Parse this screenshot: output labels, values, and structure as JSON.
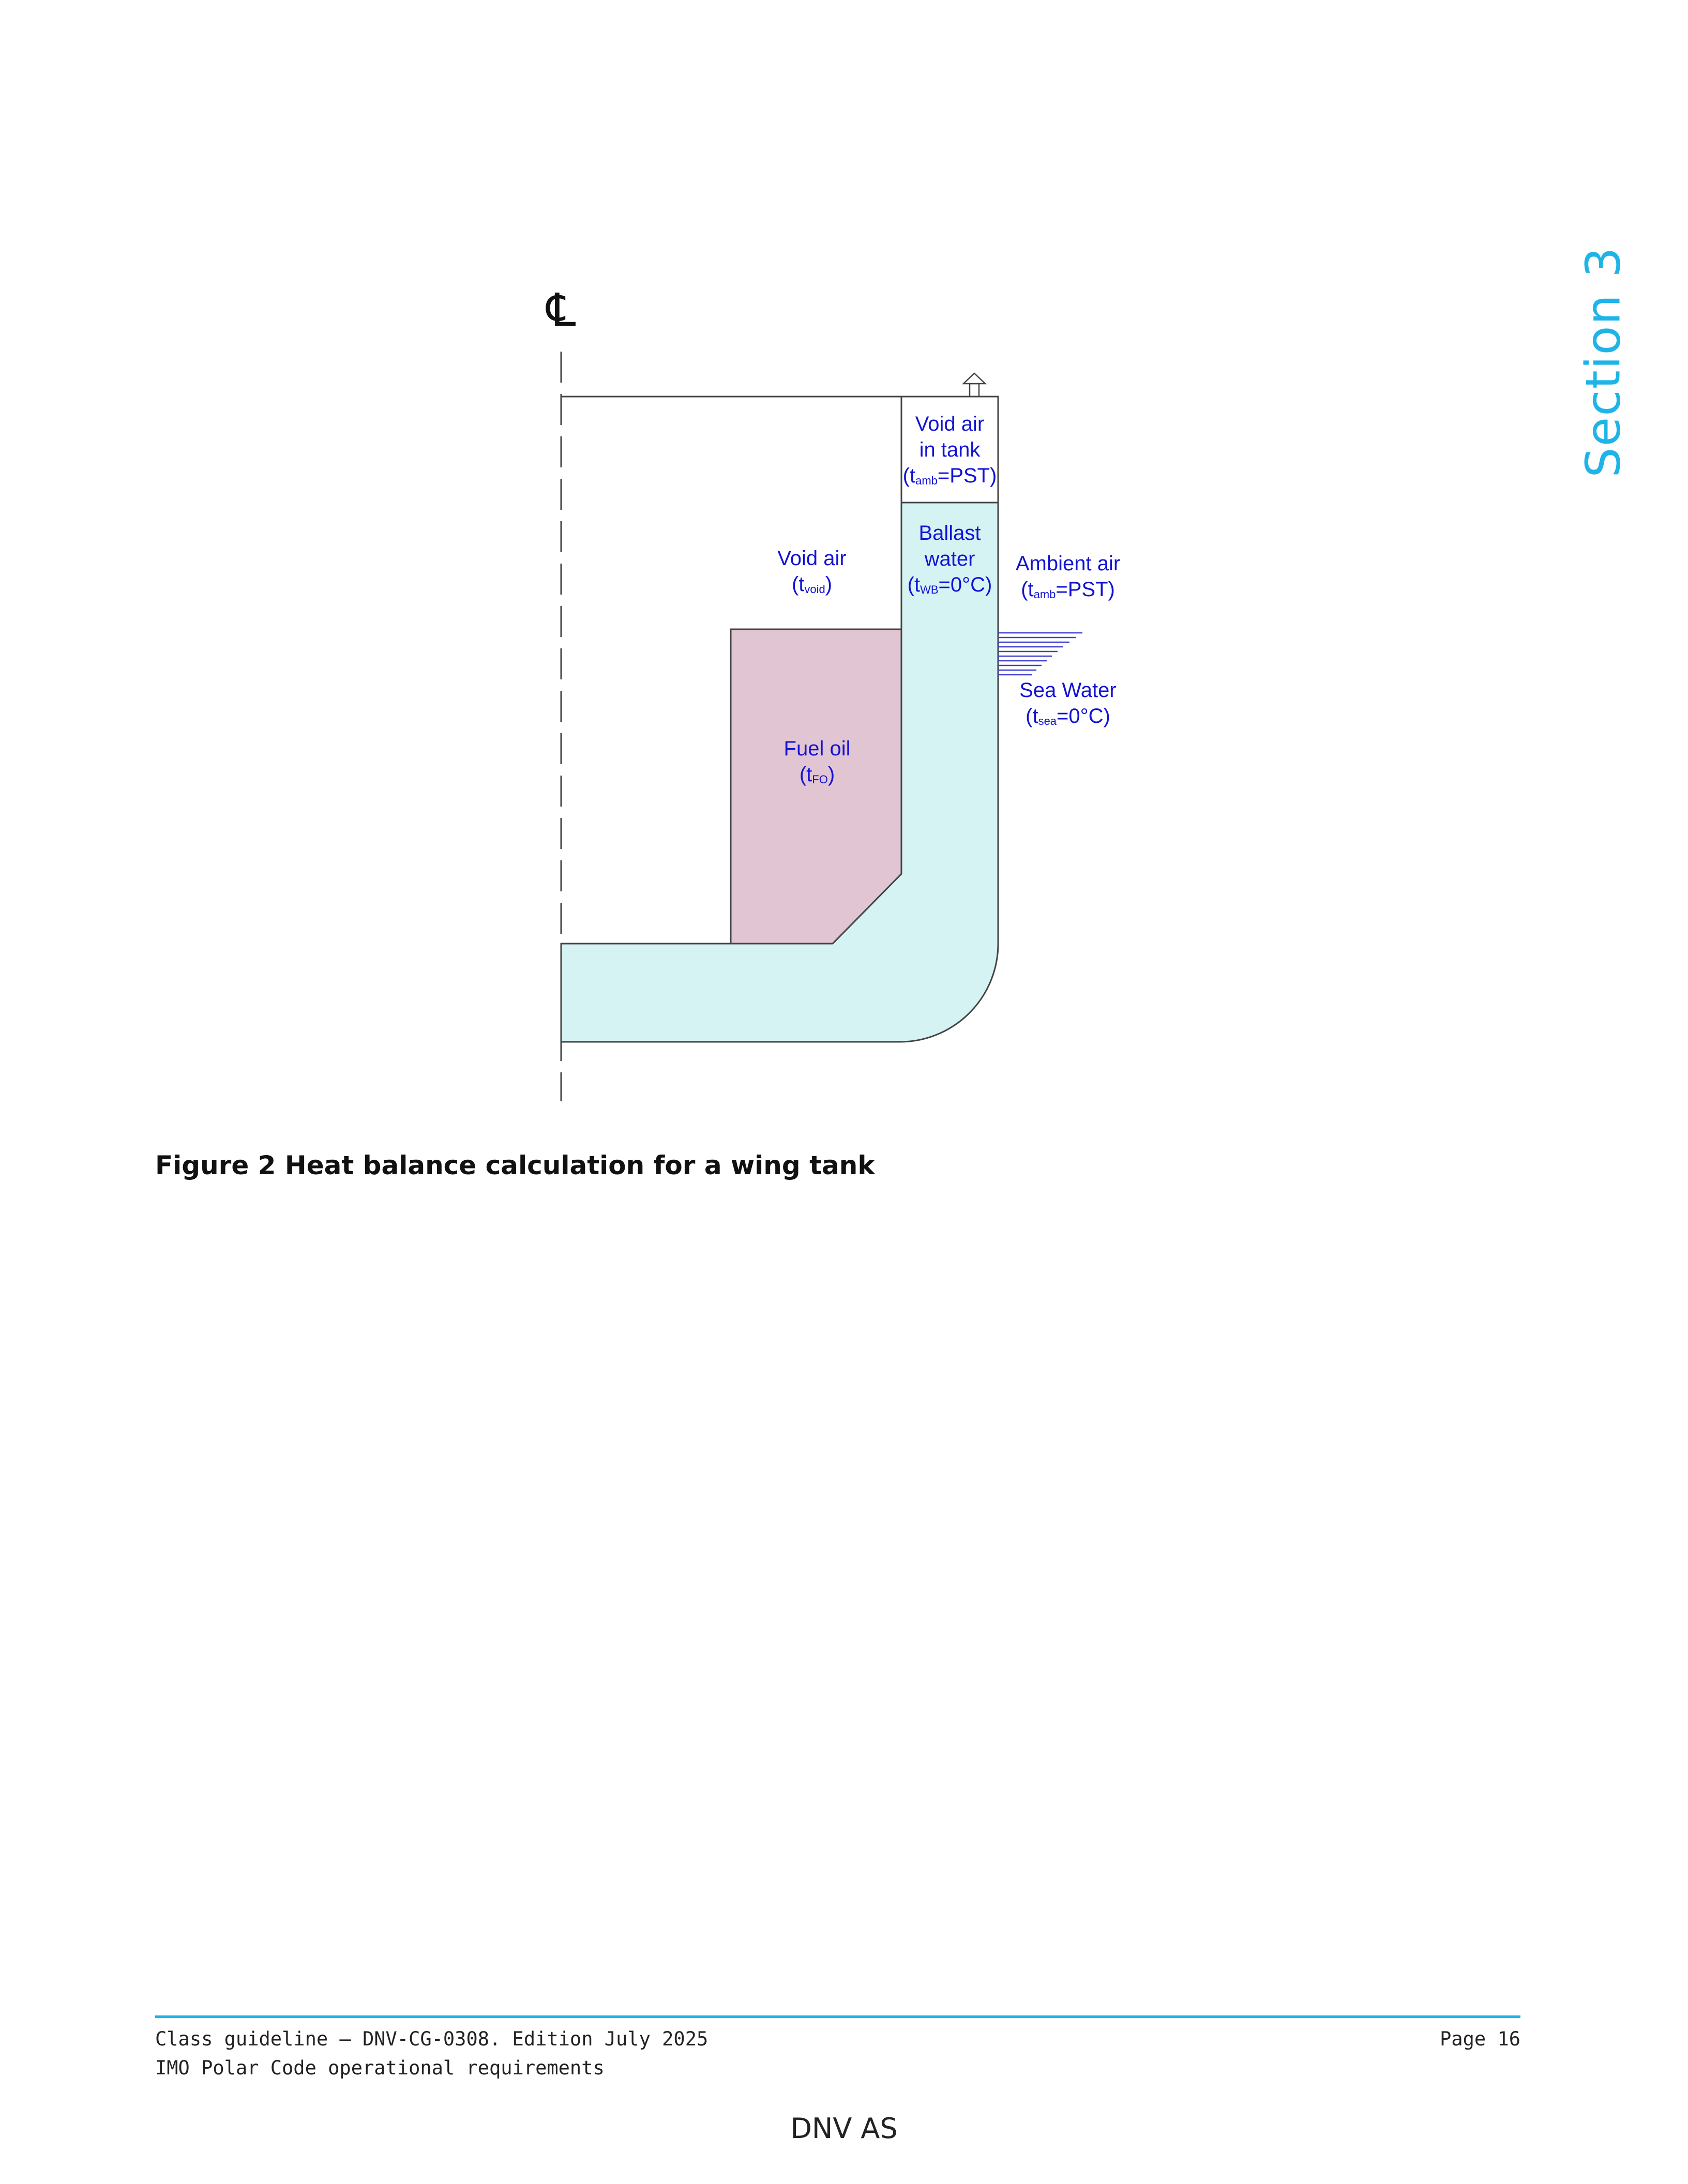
{
  "section": {
    "label": "Section 3"
  },
  "figure": {
    "centerline_symbol": "℄",
    "labels": {
      "void_air_tank": {
        "l1": "Void air",
        "l2": "in tank",
        "pre": "(t",
        "sub": "amb",
        "post": "=PST)"
      },
      "ballast": {
        "l1": "Ballast",
        "l2": "water",
        "pre": "(t",
        "sub": "WB",
        "post": "=0°C)"
      },
      "void_air": {
        "l1": "Void air",
        "pre": "(t",
        "sub": "void",
        "post": ")"
      },
      "ambient": {
        "l1": "Ambient air",
        "pre": "(t",
        "sub": "amb",
        "post": "=PST)"
      },
      "sea": {
        "l1": "Sea Water",
        "pre": "(t",
        "sub": "sea",
        "post": "=0°C)"
      },
      "fuel": {
        "l1": "Fuel oil",
        "pre": "(t",
        "sub": "FO",
        "post": ")"
      }
    },
    "colors": {
      "ballast_fill": "#d6f3f3",
      "fuel_fill": "#e2c5d3",
      "label": "#1212d6",
      "outline": "#444444"
    }
  },
  "caption": "Figure 2 Heat balance calculation for a wing tank",
  "footer": {
    "line1": "Class guideline — DNV-CG-0308. Edition July 2025",
    "line2": "IMO Polar Code operational requirements",
    "page": "Page 16",
    "company": "DNV AS"
  }
}
